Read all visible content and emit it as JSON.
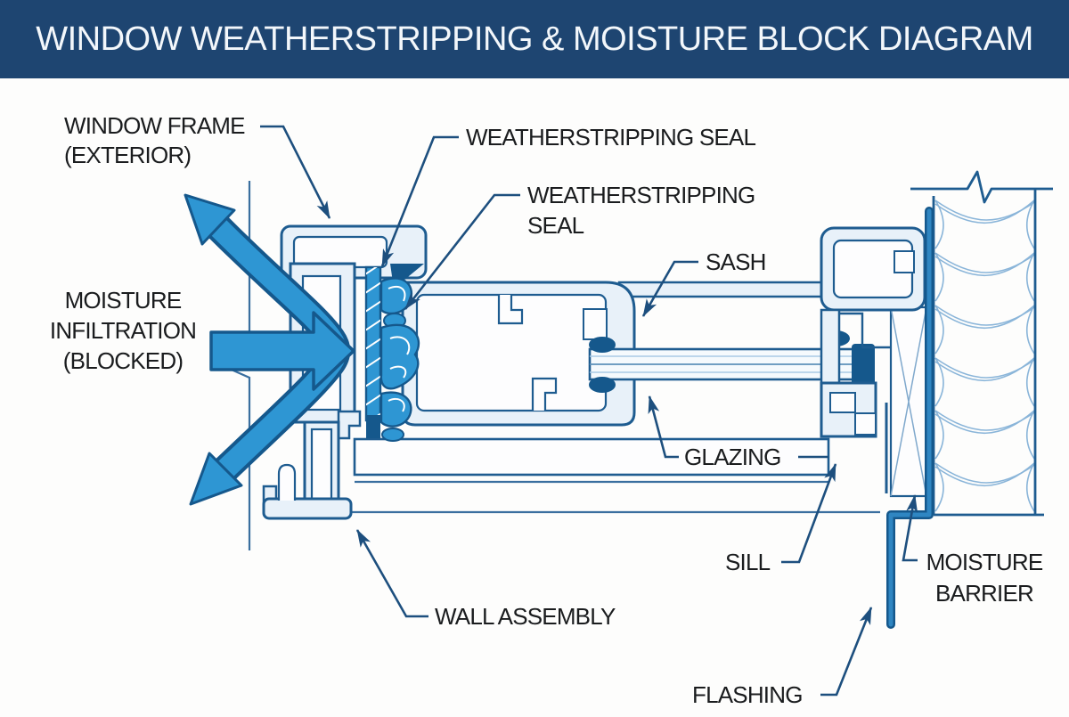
{
  "header": {
    "title": "WINDOW WEATHERSTRIPPING & MOISTURE BLOCK DIAGRAM",
    "background": "#1e4571",
    "text_color": "#f3f7fb"
  },
  "diagram": {
    "colors": {
      "outline_blue": "#1e5c90",
      "profile_fill": "#e8f1f9",
      "arrow_blue": "#2e96d3",
      "arrow_outline": "#15588c",
      "moisture_barrier_blue": "#2f86c2",
      "leader_line": "#1d4f7e",
      "label_text": "#1a1c1e",
      "insulation_line": "#8ab5d9",
      "canvas": "#fdfdfc"
    },
    "labels": {
      "window_frame": {
        "line1": "WINDOW FRAME",
        "line2": "(EXTERIOR)"
      },
      "weatherstripping_seal_top": {
        "line1": "WEATHERSTRIPPING SEAL"
      },
      "weatherstripping_seal_mid": {
        "line1": "WEATHERSTRIPPING",
        "line2": "SEAL"
      },
      "sash": {
        "line1": "SASH"
      },
      "moisture_infiltration": {
        "line1": "MOISTURE",
        "line2": "INFILTRATION",
        "line3": "(BLOCKED)"
      },
      "glazing": {
        "line1": "GLAZING"
      },
      "sill": {
        "line1": "SILL"
      },
      "moisture_barrier": {
        "line1": "MOISTURE",
        "line2": "BARRIER"
      },
      "flashing": {
        "line1": "FLASHING"
      },
      "wall_assembly": {
        "line1": "WALL ASSEMBLY"
      }
    }
  }
}
